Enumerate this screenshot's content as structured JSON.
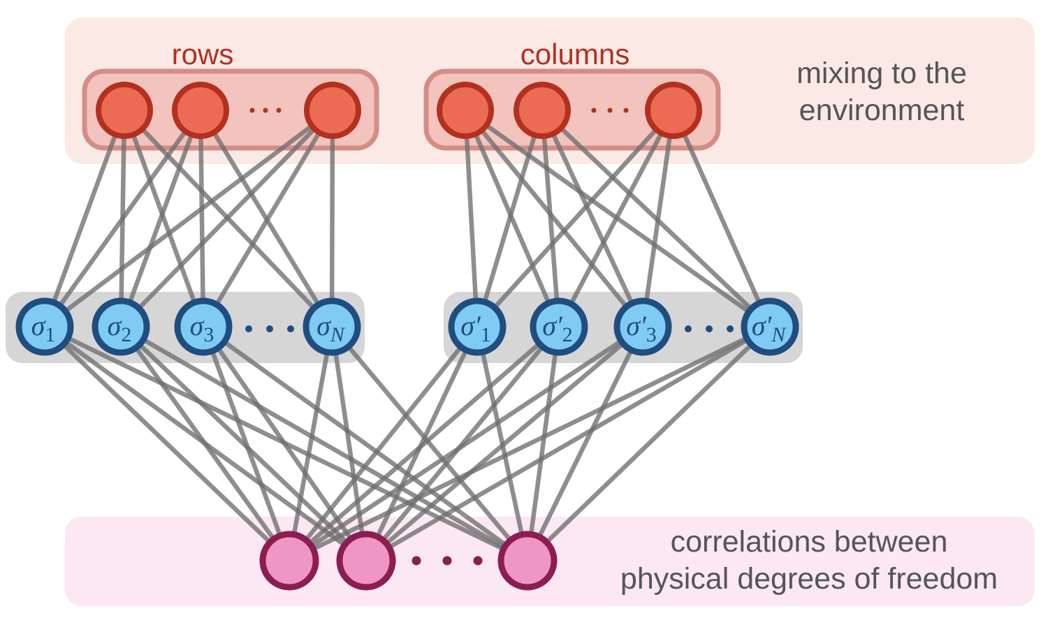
{
  "top_panel": {
    "rows_label": "rows",
    "columns_label": "columns",
    "caption_line1": "mixing to the",
    "caption_line2": "environment"
  },
  "middle_panel": {
    "left_nodes": [
      {
        "sym": "σ",
        "prime": "",
        "sub": "1"
      },
      {
        "sym": "σ",
        "prime": "",
        "sub": "2"
      },
      {
        "sym": "σ",
        "prime": "",
        "sub": "3"
      },
      {
        "sym": "σ",
        "prime": "",
        "sub": "N"
      }
    ],
    "right_nodes": [
      {
        "sym": "σ",
        "prime": "′",
        "sub": "1"
      },
      {
        "sym": "σ",
        "prime": "′",
        "sub": "2"
      },
      {
        "sym": "σ",
        "prime": "′",
        "sub": "3"
      },
      {
        "sym": "σ",
        "prime": "′",
        "sub": "N"
      }
    ]
  },
  "bottom_panel": {
    "caption_line1": "correlations between",
    "caption_line2": "physical degrees of freedom"
  },
  "colors": {
    "top_panel_bg": "#fbe9e6",
    "group_box": "#f3c3bd",
    "group_box_border": "#d48d85",
    "red_fill": "#ec6b55",
    "red_stroke": "#b3301f",
    "label_red": "#b3301f",
    "middle_box": "#d6d6d6",
    "blue_fill": "#7fcbf5",
    "blue_stroke": "#1f4d80",
    "blue_text": "#1f4d80",
    "bottom_panel_bg": "#fbe8f2",
    "pink_fill": "#ef96c4",
    "pink_stroke": "#8c1d53",
    "edge": "#6e6e6e",
    "caption_text": "#555555"
  }
}
